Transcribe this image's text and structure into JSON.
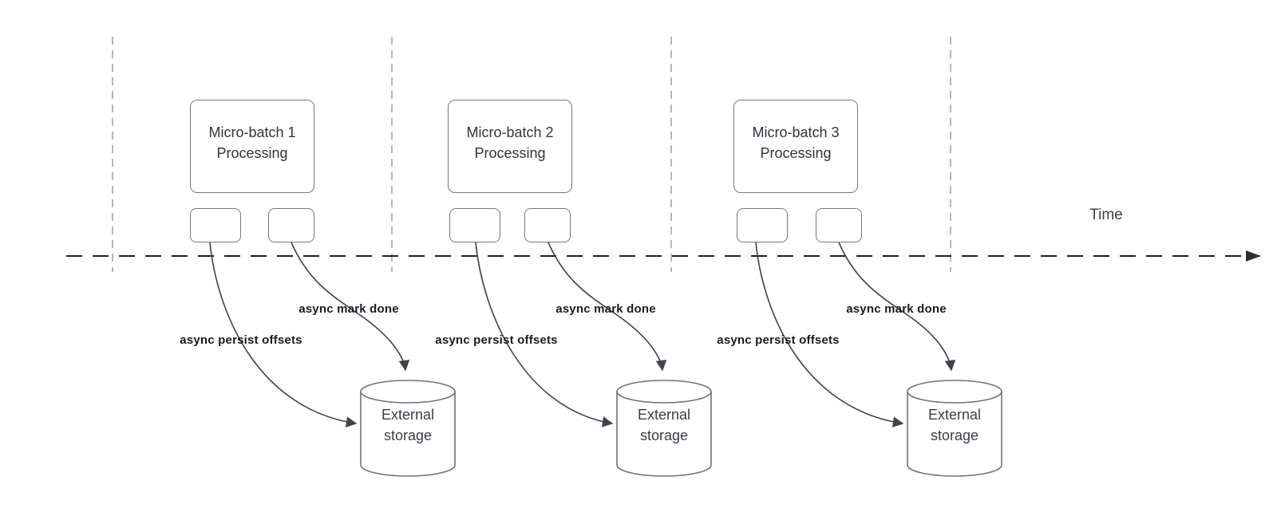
{
  "timeline": {
    "label": "Time"
  },
  "groups": [
    {
      "batch_label": "Micro-batch 1 Processing",
      "persist_arrow_label": "async persist offsets",
      "mark_arrow_label": "async mark done",
      "storage_label": "External storage"
    },
    {
      "batch_label": "Micro-batch 2 Processing",
      "persist_arrow_label": "async persist offsets",
      "mark_arrow_label": "async mark done",
      "storage_label": "External storage"
    },
    {
      "batch_label": "Micro-batch 3 Processing",
      "persist_arrow_label": "async persist offsets",
      "mark_arrow_label": "async mark done",
      "storage_label": "External storage"
    }
  ],
  "colors": {
    "arrow": "#3d444e",
    "box_border": "#74787e",
    "guide_line": "#aaaaae",
    "timeline": "#1d1f23"
  }
}
